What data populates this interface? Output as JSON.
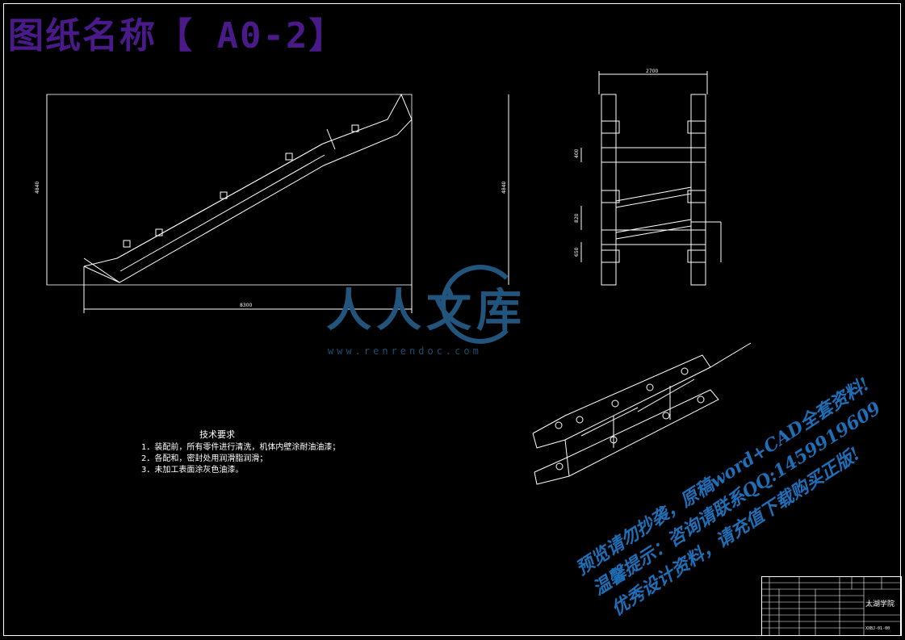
{
  "drawing_title": "图纸名称【 A0-2】",
  "dimensions": {
    "side_length": "8300",
    "side_height": "4840",
    "top_width": "2700",
    "top_height": "4840",
    "top_d1": "400",
    "top_d2": "820",
    "top_d3": "650"
  },
  "tech_requirements": {
    "heading": "技术要求",
    "items": [
      "1．装配前，所有零件进行清洗，机体内壁涂耐油油漆；",
      "2．各配和，密封处用润滑脂润滑；",
      "3．未加工表面涂灰色油漆。"
    ]
  },
  "watermark": {
    "brand": "人人文库",
    "url": "www.renrendoc.com"
  },
  "notice": {
    "line1": "预览请勿抄袭，原稿word+CAD全套资料!",
    "line2": "温馨提示：咨询请联系QQ:1459919609",
    "line3": "优秀设计资料，请充值下载购买正版!"
  },
  "title_block": {
    "school": "太湖学院",
    "code": "XXBJ-01-00"
  },
  "colors": {
    "background": "#000000",
    "line": "#ffffff",
    "title": "#4b1a8a",
    "notice": "#1f6fb8",
    "watermark": "#22557d"
  }
}
